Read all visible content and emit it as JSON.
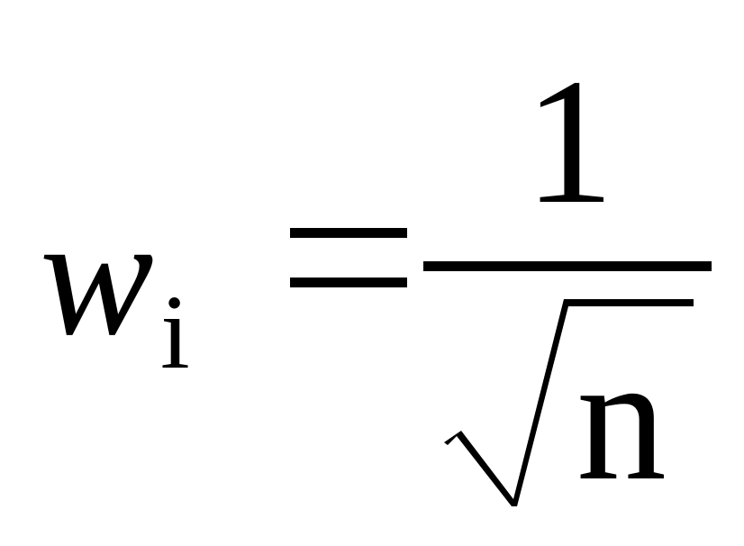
{
  "formula": {
    "variable": "w",
    "subscript": "i",
    "operator": "=",
    "numerator": "1",
    "radical_symbol": "√",
    "radicand": "n"
  },
  "colors": {
    "ink": "#000000",
    "background": "#ffffff"
  }
}
